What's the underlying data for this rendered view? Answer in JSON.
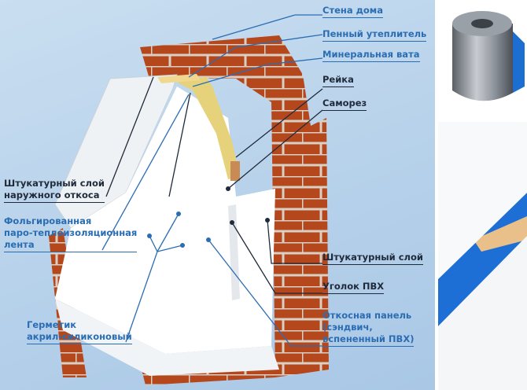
{
  "labels": {
    "wall": "Стена дома",
    "foam_insulation": "Пенный утеплитель",
    "mineral_wool": "Минеральная вата",
    "batten": "Рейка",
    "screw": "Саморез",
    "outer_plaster_1": "Штукатурный слой",
    "outer_plaster_2": "наружного откоса",
    "foil_tape_1": "Фольгированная",
    "foil_tape_2": "паро-теплоизоляционная",
    "foil_tape_3": "лента",
    "plaster": "Штукатурный слой",
    "pvc_corner": "Уголок ПВХ",
    "panel_1": "Откосная панель",
    "panel_2": "(сэндвич,",
    "panel_3": "вспененный ПВХ)",
    "sealant_1": "Герметик",
    "sealant_2": "акрил-силиконовый"
  },
  "colors": {
    "brick": "#b5471d",
    "label_blue": "#2a6db3",
    "label_dark": "#1f2a3a",
    "panel_blue": "#1d6fd6",
    "foam": "#e8b878"
  }
}
